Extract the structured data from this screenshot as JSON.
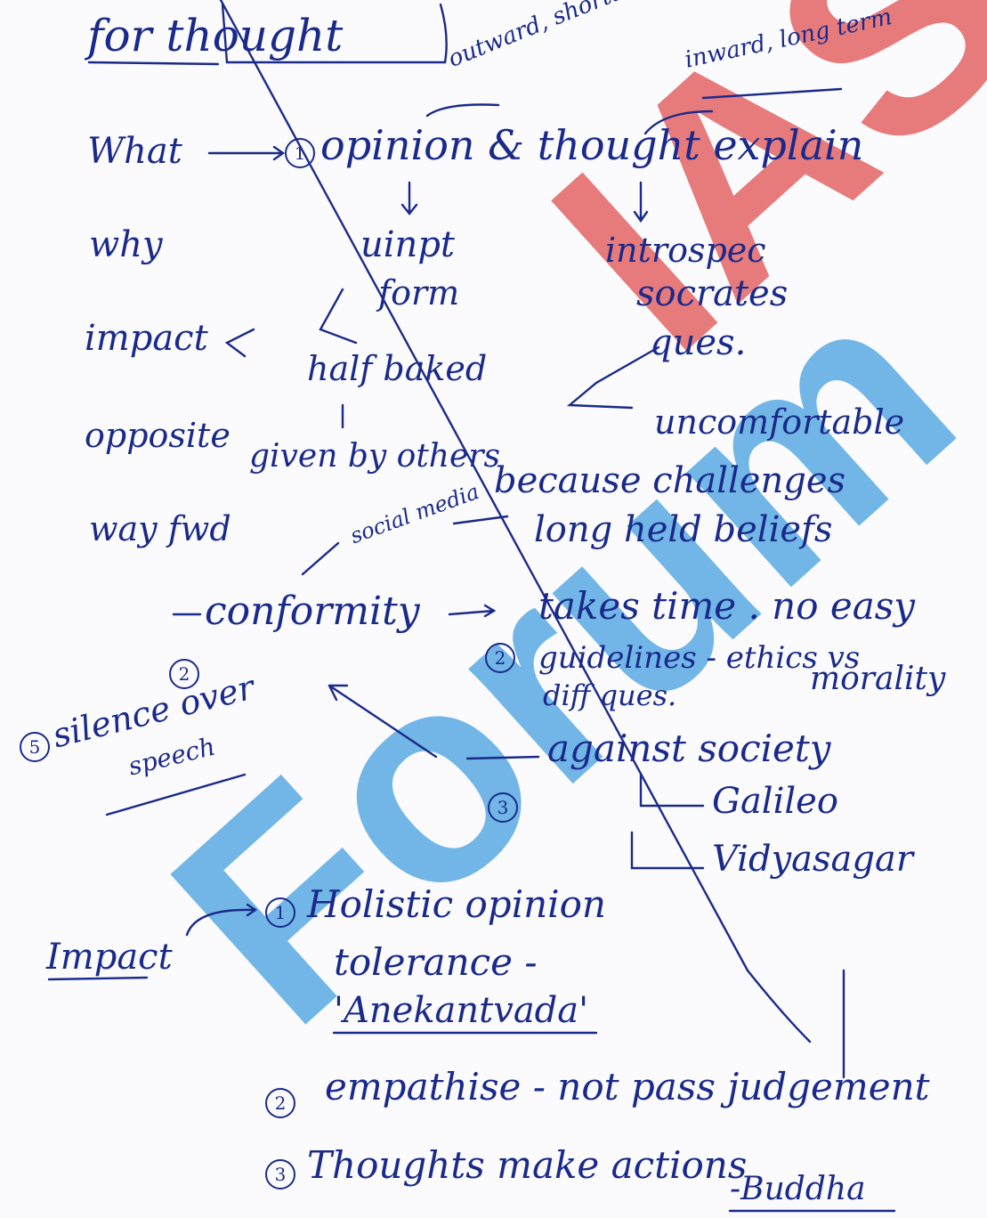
{
  "watermark": {
    "text": "Forum IAS",
    "color_blue": "#3a9de0",
    "color_red": "#e24b4b"
  },
  "title": "for thought",
  "top_notes": {
    "outward": "outward, shortterm",
    "inward": "inward, long term"
  },
  "left_labels": [
    "What",
    "why",
    "impact",
    "opposite",
    "way fwd"
  ],
  "branch1": {
    "num": "1",
    "text": "opinion & thought explain",
    "left_sub": [
      "uinpt",
      "form"
    ],
    "right_sub": [
      "introspec",
      "socrates",
      "ques.",
      "uncomfortable"
    ],
    "half_baked": "half baked",
    "given_by": "given by others",
    "social_media": "social media",
    "because": "because challenges",
    "long_held": "long held beliefs",
    "conformity": "conformity",
    "takes_time": "takes time . no easy",
    "guidelines": "guidelines - ethics vs",
    "diff_ques": "diff ques.",
    "morality": "morality",
    "silence": "silence over",
    "speech": "speech",
    "against": "against society",
    "galileo": "Galileo",
    "vidyasagar": "Vidyasagar"
  },
  "impact_section": {
    "label": "Impact",
    "items": [
      "Holistic opinion",
      "tolerance -",
      "'Anekantvada'",
      "empathise - not pass judgement",
      "Thoughts make actions",
      "-Buddha"
    ]
  }
}
